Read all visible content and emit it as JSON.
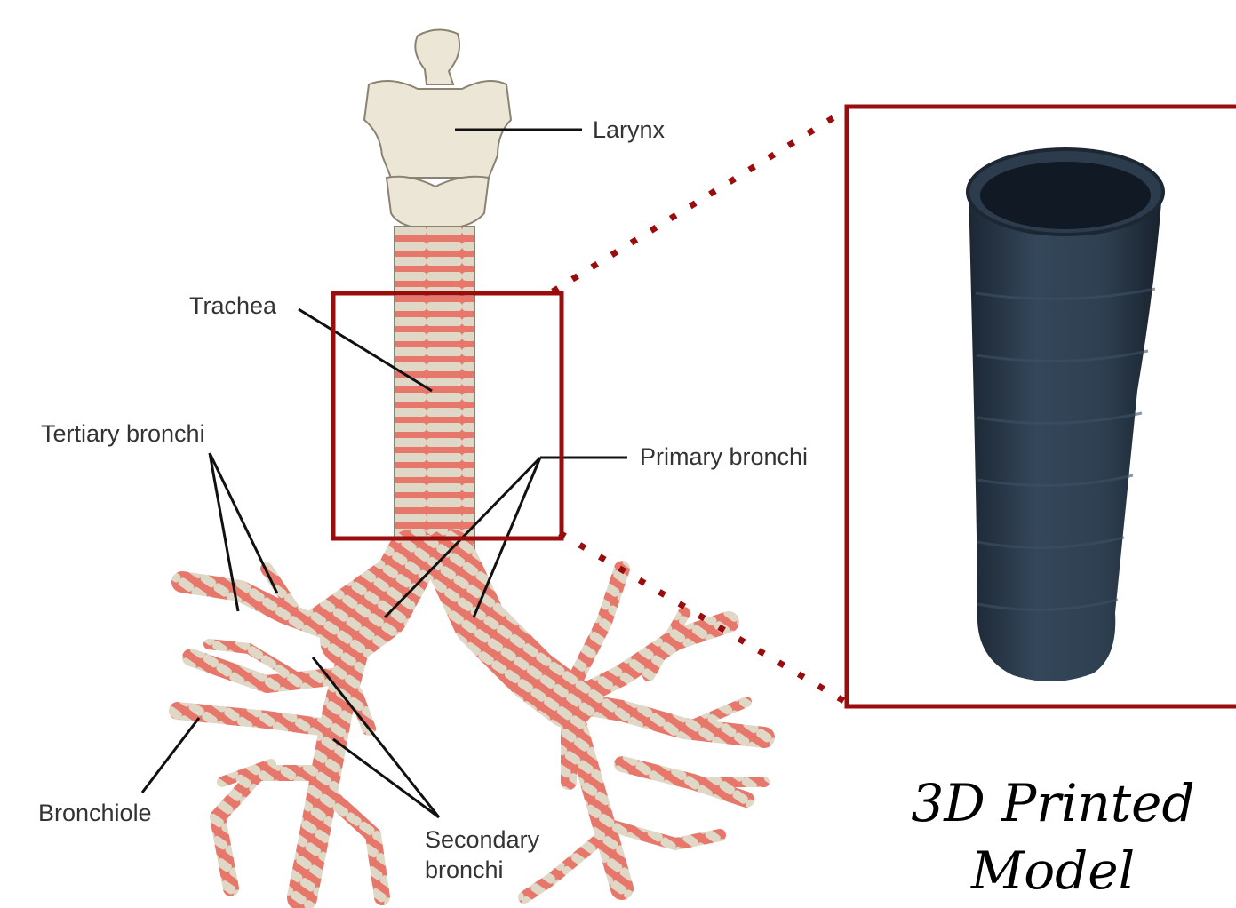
{
  "labels": {
    "larynx": "Larynx",
    "trachea": "Trachea",
    "tertiary_bronchi": "Tertiary bronchi",
    "primary_bronchi": "Primary bronchi",
    "bronchiole": "Bronchiole",
    "secondary_bronchi_line1": "Secondary",
    "secondary_bronchi_line2": "bronchi"
  },
  "caption": {
    "line1": "3D Printed",
    "line2": "Model"
  },
  "colors": {
    "highlight_box": "#9b0c0c",
    "cartilage": "#dfd8c6",
    "tissue": "#e7766b",
    "printed_model": "#2b3a4a",
    "leader_line": "#111111"
  }
}
